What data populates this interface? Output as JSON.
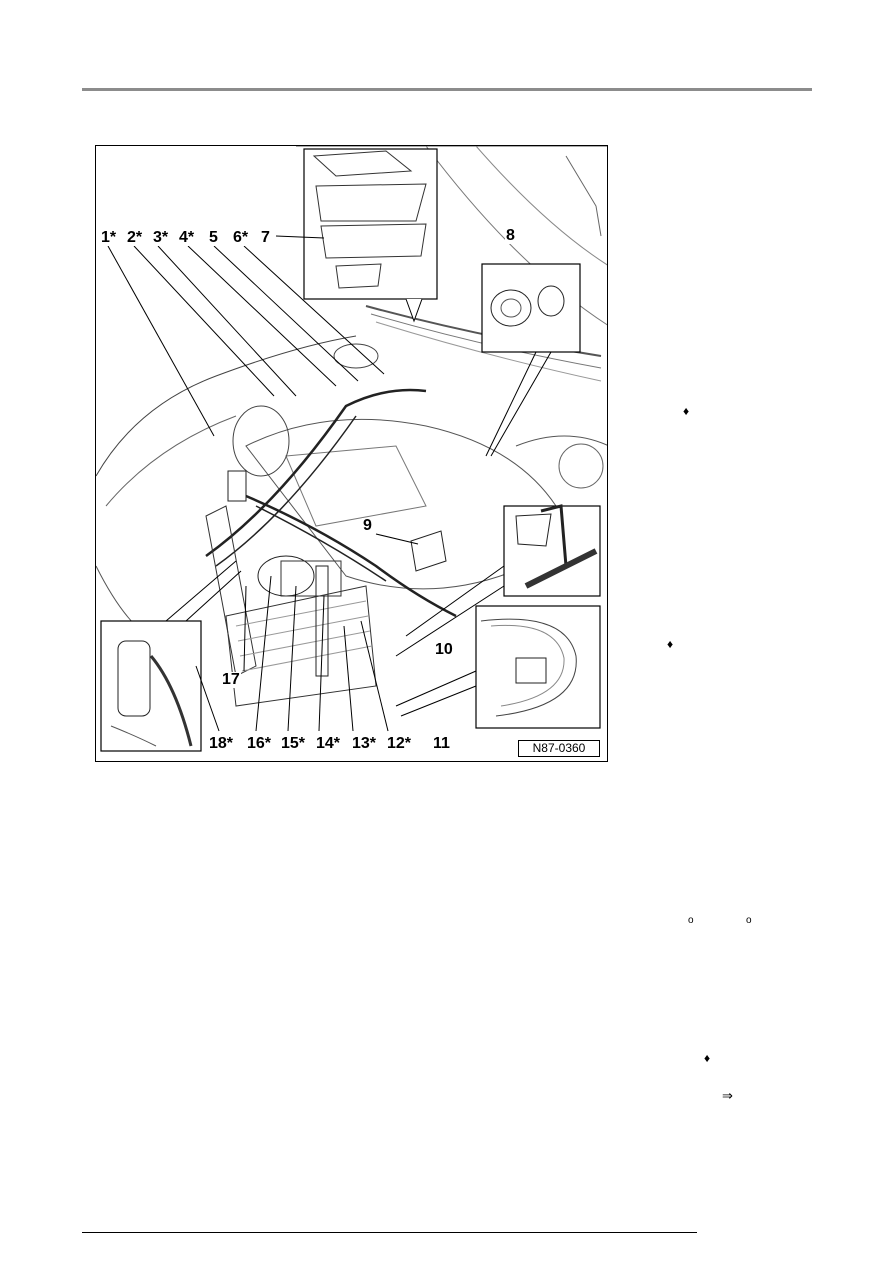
{
  "figure": {
    "callouts": {
      "c1": "1*",
      "c2": "2*",
      "c3": "3*",
      "c4": "4*",
      "c5": "5",
      "c6": "6*",
      "c7": "7",
      "c8": "8",
      "c9": "9",
      "c10": "10",
      "c11": "11",
      "c12": "12*",
      "c13": "13*",
      "c14": "14*",
      "c15": "15*",
      "c16": "16*",
      "c17": "17",
      "c18": "18*"
    },
    "image_code": "N87-0360"
  },
  "margin_symbols": {
    "bullet_1": "♦",
    "bullet_2": "♦",
    "degree_1": "o",
    "degree_2": "o",
    "bullet_3": "♦",
    "arrow": "⇒"
  }
}
